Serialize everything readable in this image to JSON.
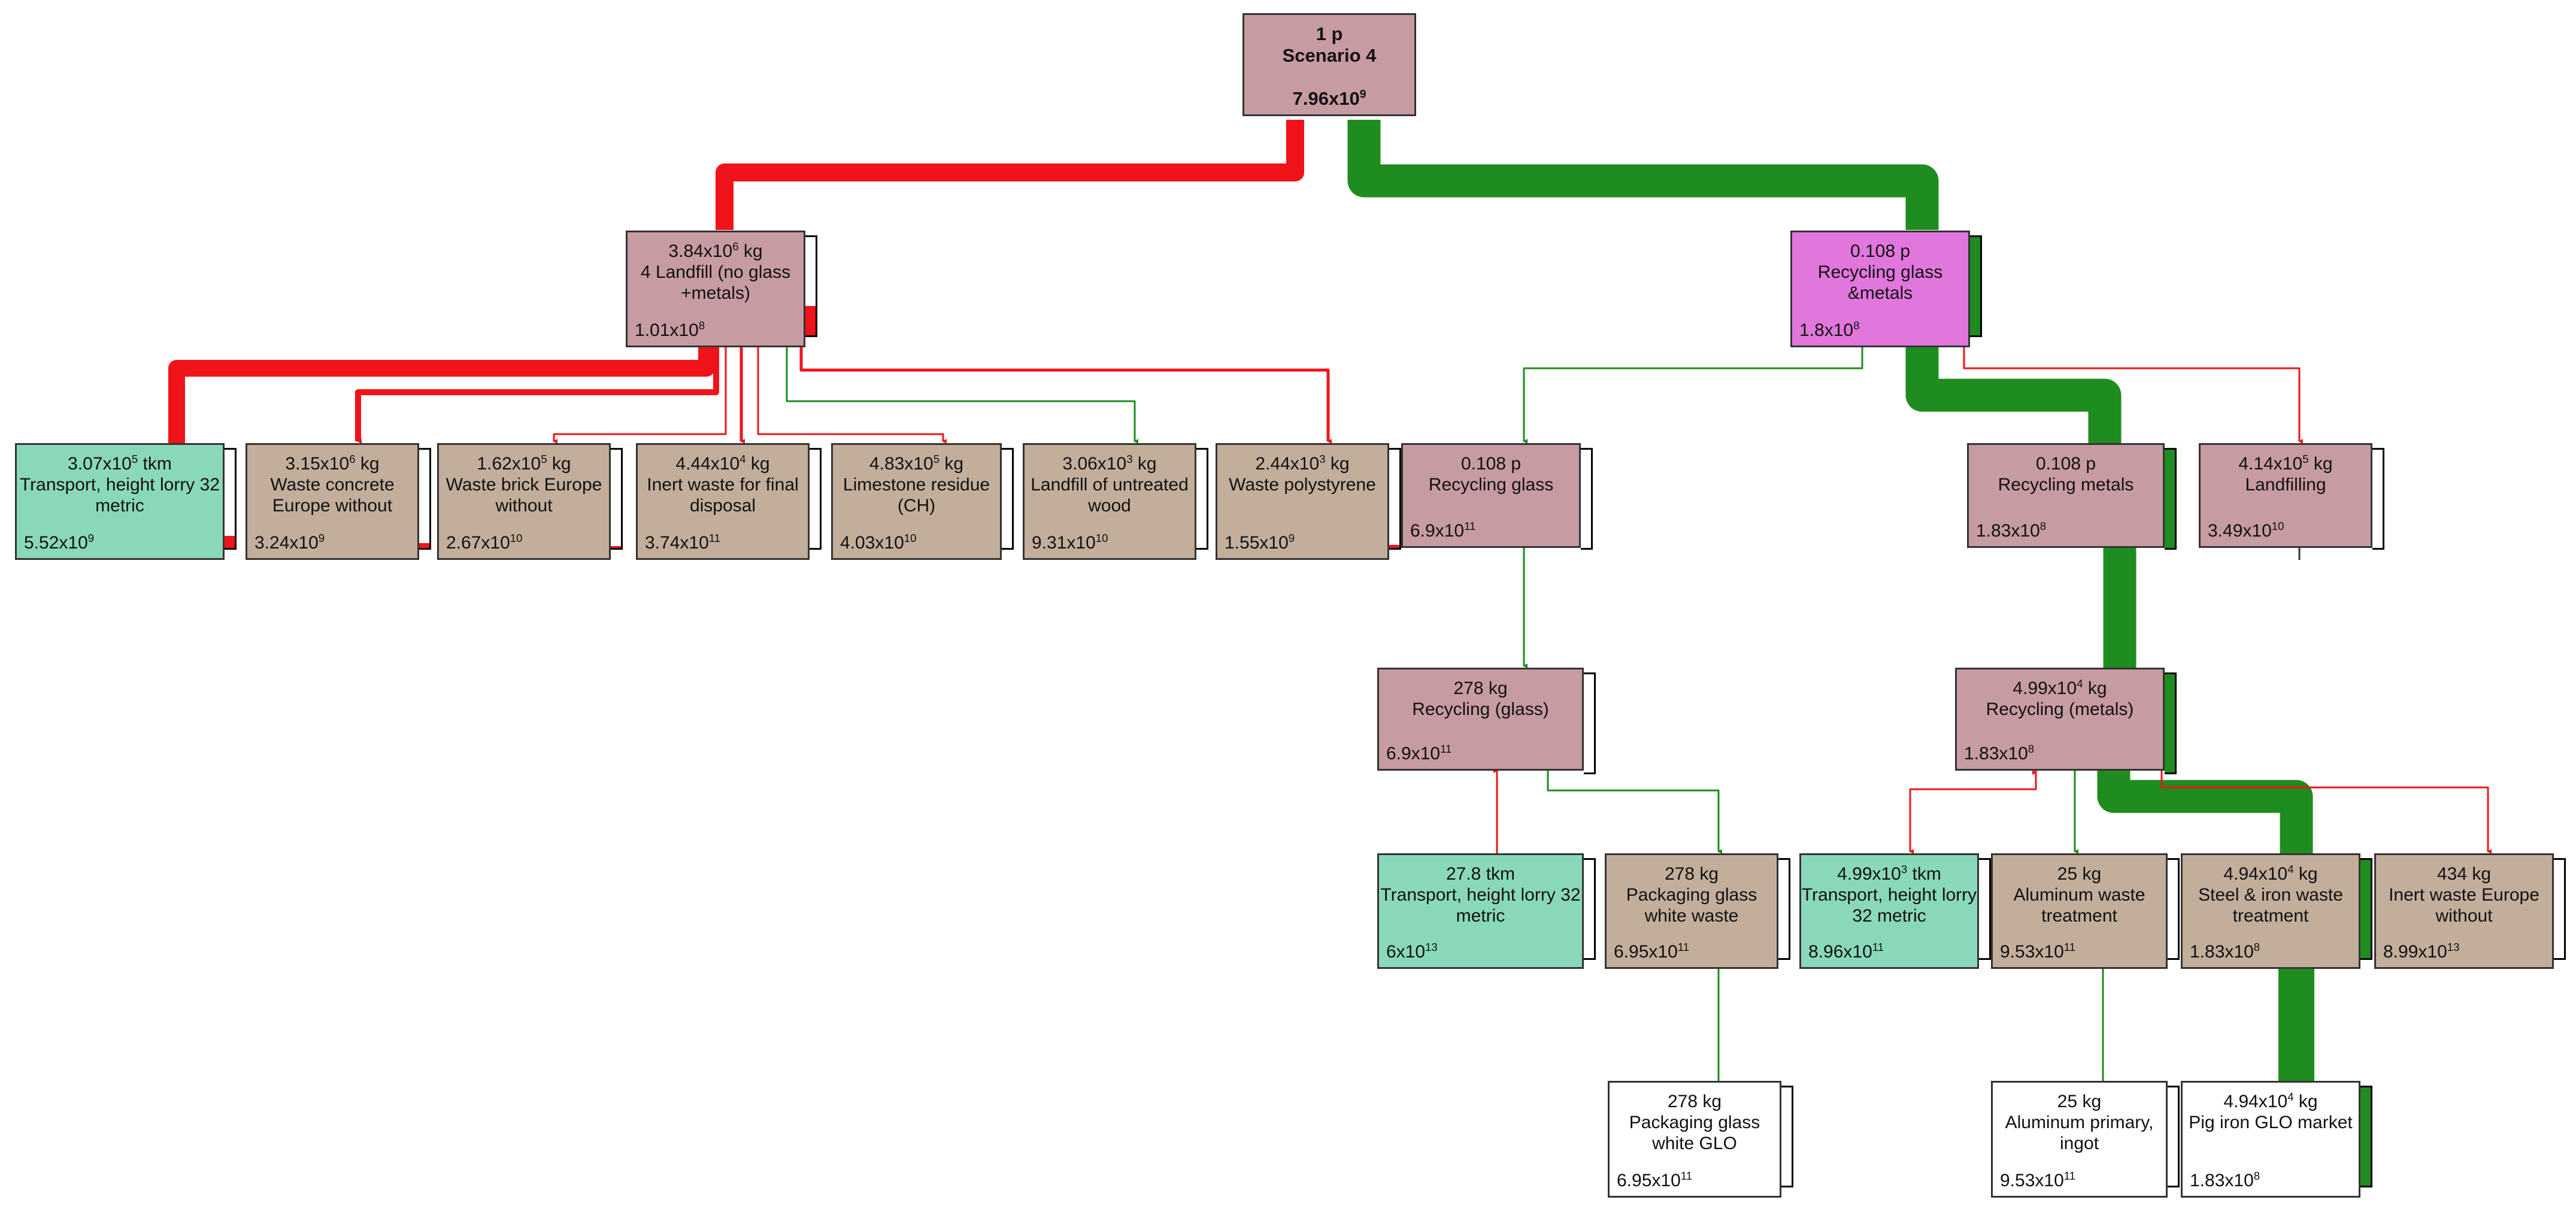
{
  "colors": {
    "impact": "#f0131a",
    "benefit": "#1e8c1e",
    "process": "#c79ba2",
    "waste": "#c3ae9c",
    "transport": "#8ad8ba",
    "recycling": "#e176dc",
    "material": "#ffffff"
  },
  "nodes": [
    {
      "id": "root",
      "amount": "1 p",
      "label": "Scenario 4",
      "score": "7.96x10",
      "score_exp": "9",
      "type": "process"
    },
    {
      "id": "landfill",
      "amount": "3.84x10",
      "amount_exp": "6",
      "amount_unit": " kg",
      "label": "4 Landfill (no glass +metals)",
      "score": "1.01x10",
      "score_exp": "8",
      "type": "process"
    },
    {
      "id": "recycling-glass-metals",
      "amount": "0.108 p",
      "label": "Recycling glass &metals",
      "score": "1.8x10",
      "score_exp": "8",
      "type": "recycling"
    },
    {
      "id": "transport-landfill",
      "amount": "3.07x10",
      "amount_exp": "5",
      "amount_unit": " tkm",
      "label": "Transport, height lorry 32 metric",
      "score": "5.52x10",
      "score_exp": "9",
      "type": "transport"
    },
    {
      "id": "waste-concrete",
      "amount": "3.15x10",
      "amount_exp": "6",
      "amount_unit": " kg",
      "label": "Waste concrete Europe without",
      "score": "3.24x10",
      "score_exp": "9",
      "type": "waste"
    },
    {
      "id": "waste-brick",
      "amount": "1.62x10",
      "amount_exp": "5",
      "amount_unit": " kg",
      "label": "Waste brick Europe without",
      "score": "2.67x10",
      "score_exp": "10",
      "type": "waste"
    },
    {
      "id": "inert-waste-final",
      "amount": "4.44x10",
      "amount_exp": "4",
      "amount_unit": " kg",
      "label": "Inert waste for final disposal",
      "score": "3.74x10",
      "score_exp": "11",
      "type": "waste"
    },
    {
      "id": "limestone",
      "amount": "4.83x10",
      "amount_exp": "5",
      "amount_unit": " kg",
      "label": "Limestone residue (CH)",
      "score": "4.03x10",
      "score_exp": "10",
      "type": "waste"
    },
    {
      "id": "landfill-wood",
      "amount": "3.06x10",
      "amount_exp": "3",
      "amount_unit": " kg",
      "label": "Landfill of untreated wood",
      "score": "9.31x10",
      "score_exp": "10",
      "type": "waste"
    },
    {
      "id": "waste-polystyrene",
      "amount": "2.44x10",
      "amount_exp": "3",
      "amount_unit": " kg",
      "label": "Waste polystyrene",
      "score": "1.55x10",
      "score_exp": "9",
      "type": "waste"
    },
    {
      "id": "recycling-glass-p",
      "amount": "0.108 p",
      "label": "Recycling glass",
      "score": "6.9x10",
      "score_exp": "11",
      "type": "process"
    },
    {
      "id": "recycling-metals-p",
      "amount": "0.108 p",
      "label": "Recycling metals",
      "score": "1.83x10",
      "score_exp": "8",
      "type": "process"
    },
    {
      "id": "landfilling",
      "amount": "4.14x10",
      "amount_exp": "5",
      "amount_unit": " kg",
      "label": "Landfilling",
      "score": "3.49x10",
      "score_exp": "10",
      "type": "process"
    },
    {
      "id": "recycling-glass-kg",
      "amount": "278 kg",
      "label": "Recycling (glass)",
      "score": "6.9x10",
      "score_exp": "11",
      "type": "process"
    },
    {
      "id": "recycling-metals-kg",
      "amount": "4.99x10",
      "amount_exp": "4",
      "amount_unit": " kg",
      "label": "Recycling (metals)",
      "score": "1.83x10",
      "score_exp": "8",
      "type": "process"
    },
    {
      "id": "transport-glass",
      "amount": "27.8 tkm",
      "label": "Transport, height lorry 32 metric",
      "score": "6x10",
      "score_exp": "13",
      "type": "transport"
    },
    {
      "id": "packaging-glass-waste",
      "amount": "278 kg",
      "label": "Packaging glass white waste",
      "score": "6.95x10",
      "score_exp": "11",
      "type": "waste"
    },
    {
      "id": "transport-metals",
      "amount": "4.99x10",
      "amount_exp": "3",
      "amount_unit": " tkm",
      "label": "Transport, height lorry 32 metric",
      "score": "8.96x10",
      "score_exp": "11",
      "type": "transport"
    },
    {
      "id": "aluminum-waste",
      "amount": "25 kg",
      "label": "Aluminum waste treatment",
      "score": "9.53x10",
      "score_exp": "11",
      "type": "waste"
    },
    {
      "id": "steel-iron-waste",
      "amount": "4.94x10",
      "amount_exp": "4",
      "amount_unit": " kg",
      "label": "Steel & iron waste treatment",
      "score": "1.83x10",
      "score_exp": "8",
      "type": "waste"
    },
    {
      "id": "inert-waste-europe",
      "amount": "434 kg",
      "label": "Inert waste Europe without",
      "score": "8.99x10",
      "score_exp": "13",
      "type": "waste"
    },
    {
      "id": "packaging-glass-glo",
      "amount": "278 kg",
      "label": "Packaging glass white GLO",
      "score": "6.95x10",
      "score_exp": "11",
      "type": "material"
    },
    {
      "id": "aluminum-primary",
      "amount": "25 kg",
      "label": "Aluminum primary, ingot",
      "score": "9.53x10",
      "score_exp": "11",
      "type": "material"
    },
    {
      "id": "pig-iron",
      "amount": "4.94x10",
      "amount_exp": "4",
      "amount_unit": " kg",
      "label": "Pig iron GLO market",
      "score": "1.83x10",
      "score_exp": "8",
      "type": "material"
    }
  ]
}
